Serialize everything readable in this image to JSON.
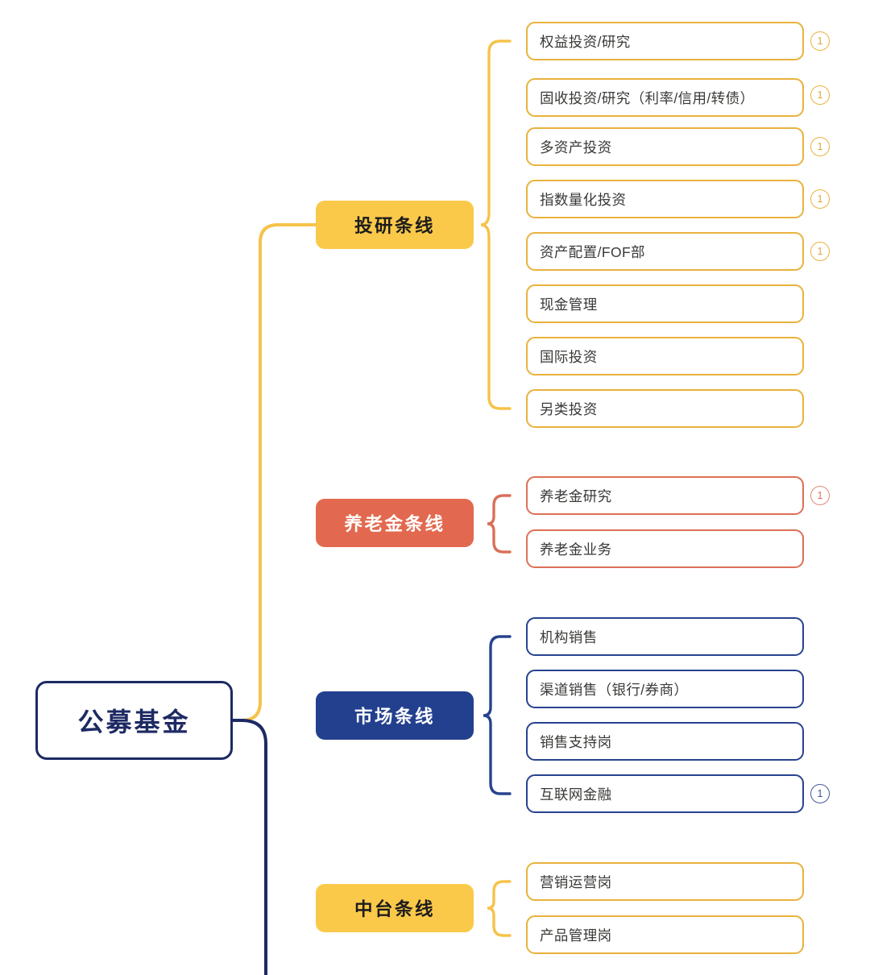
{
  "diagram": {
    "type": "mind-map",
    "title": "公募基金",
    "root": {
      "label": "公募基金",
      "color": "#1d2a63",
      "text_color": "#1d2a63"
    },
    "branches": [
      {
        "label": "投研条线",
        "fill": "#fbc94a",
        "text_color": "#1c1c1c",
        "line_color": "#f6c34a",
        "leaves": [
          {
            "label": "权益投资/研究",
            "badge": "1"
          },
          {
            "label": "固收投资/研究（利率/信用/转债）",
            "badge": "1"
          },
          {
            "label": "多资产投资",
            "badge": "1"
          },
          {
            "label": "指数量化投资",
            "badge": "1"
          },
          {
            "label": "资产配置/FOF部",
            "badge": "1"
          },
          {
            "label": "现金管理",
            "badge": ""
          },
          {
            "label": "国际投资",
            "badge": ""
          },
          {
            "label": "另类投资",
            "badge": ""
          }
        ]
      },
      {
        "label": "养老金条线",
        "fill": "#e2694f",
        "text_color": "#ffffff",
        "line_color": "#d9705a",
        "leaves": [
          {
            "label": "养老金研究",
            "badge": "1"
          },
          {
            "label": "养老金业务",
            "badge": ""
          }
        ]
      },
      {
        "label": "市场条线",
        "fill": "#23408e",
        "text_color": "#ffffff",
        "line_color": "#27438f",
        "leaves": [
          {
            "label": "机构销售",
            "badge": ""
          },
          {
            "label": "渠道销售（银行/券商）",
            "badge": ""
          },
          {
            "label": "销售支持岗",
            "badge": ""
          },
          {
            "label": "互联网金融",
            "badge": "1"
          }
        ]
      },
      {
        "label": "中台条线",
        "fill": "#fbc94a",
        "text_color": "#1c1c1c",
        "line_color": "#f6c34a",
        "leaves": [
          {
            "label": "营销运营岗",
            "badge": ""
          },
          {
            "label": "产品管理岗",
            "badge": ""
          }
        ]
      }
    ],
    "colors": {
      "yellow": "#fbc94a",
      "yellow_line": "#f6c34a",
      "yellow_border": "#e9b23c",
      "salmon": "#e2694f",
      "salmon_line": "#d9705a",
      "navy": "#23408e",
      "navy_dark": "#1d2a63",
      "leaf_text": "#3a3a38",
      "background": "#ffffff"
    }
  }
}
